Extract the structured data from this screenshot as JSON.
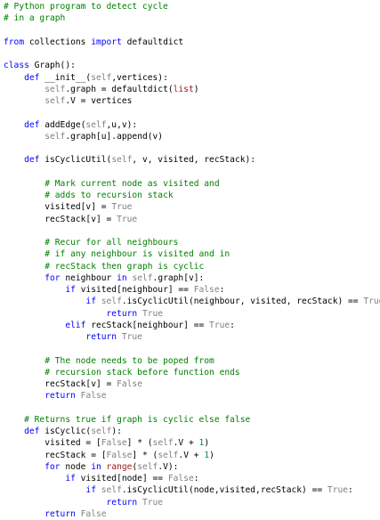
{
  "colors": {
    "comment": "#008000",
    "keyword": "#0000ff",
    "self": "#808080",
    "builtin": "#a31515",
    "number": "#098658",
    "plain": "#000000",
    "background": "#ffffff"
  },
  "lines": [
    [
      {
        "t": "comment",
        "v": "# Python program to detect cycle"
      }
    ],
    [
      {
        "t": "comment",
        "v": "# in a graph"
      }
    ],
    [],
    [
      {
        "t": "kw",
        "v": "from"
      },
      {
        "t": "plain",
        "v": " collections "
      },
      {
        "t": "kw",
        "v": "import"
      },
      {
        "t": "plain",
        "v": " defaultdict"
      }
    ],
    [],
    [
      {
        "t": "kw",
        "v": "class"
      },
      {
        "t": "plain",
        "v": " Graph():"
      }
    ],
    [
      {
        "t": "ws",
        "v": "    "
      },
      {
        "t": "kw",
        "v": "def"
      },
      {
        "t": "plain",
        "v": " __init__("
      },
      {
        "t": "self",
        "v": "self"
      },
      {
        "t": "plain",
        "v": ",vertices):"
      }
    ],
    [
      {
        "t": "ws",
        "v": "        "
      },
      {
        "t": "self",
        "v": "self"
      },
      {
        "t": "plain",
        "v": ".graph = defaultdict("
      },
      {
        "t": "builtin",
        "v": "list"
      },
      {
        "t": "plain",
        "v": ")"
      }
    ],
    [
      {
        "t": "ws",
        "v": "        "
      },
      {
        "t": "self",
        "v": "self"
      },
      {
        "t": "plain",
        "v": ".V = vertices"
      }
    ],
    [],
    [
      {
        "t": "ws",
        "v": "    "
      },
      {
        "t": "kw",
        "v": "def"
      },
      {
        "t": "plain",
        "v": " addEdge("
      },
      {
        "t": "self",
        "v": "self"
      },
      {
        "t": "plain",
        "v": ",u,v):"
      }
    ],
    [
      {
        "t": "ws",
        "v": "        "
      },
      {
        "t": "self",
        "v": "self"
      },
      {
        "t": "plain",
        "v": ".graph[u].append(v)"
      }
    ],
    [],
    [
      {
        "t": "ws",
        "v": "    "
      },
      {
        "t": "kw",
        "v": "def"
      },
      {
        "t": "plain",
        "v": " isCyclicUtil("
      },
      {
        "t": "self",
        "v": "self"
      },
      {
        "t": "plain",
        "v": ", v, visited, recStack):"
      }
    ],
    [],
    [
      {
        "t": "ws",
        "v": "        "
      },
      {
        "t": "comment",
        "v": "# Mark current node as visited and"
      }
    ],
    [
      {
        "t": "ws",
        "v": "        "
      },
      {
        "t": "comment",
        "v": "# adds to recursion stack"
      }
    ],
    [
      {
        "t": "ws",
        "v": "        "
      },
      {
        "t": "plain",
        "v": "visited[v] = "
      },
      {
        "t": "self",
        "v": "True"
      }
    ],
    [
      {
        "t": "ws",
        "v": "        "
      },
      {
        "t": "plain",
        "v": "recStack[v] = "
      },
      {
        "t": "self",
        "v": "True"
      }
    ],
    [],
    [
      {
        "t": "ws",
        "v": "        "
      },
      {
        "t": "comment",
        "v": "# Recur for all neighbours"
      }
    ],
    [
      {
        "t": "ws",
        "v": "        "
      },
      {
        "t": "comment",
        "v": "# if any neighbour is visited and in"
      }
    ],
    [
      {
        "t": "ws",
        "v": "        "
      },
      {
        "t": "comment",
        "v": "# recStack then graph is cyclic"
      }
    ],
    [
      {
        "t": "ws",
        "v": "        "
      },
      {
        "t": "kw",
        "v": "for"
      },
      {
        "t": "plain",
        "v": " neighbour "
      },
      {
        "t": "kw",
        "v": "in"
      },
      {
        "t": "plain",
        "v": " "
      },
      {
        "t": "self",
        "v": "self"
      },
      {
        "t": "plain",
        "v": ".graph[v]:"
      }
    ],
    [
      {
        "t": "ws",
        "v": "            "
      },
      {
        "t": "kw",
        "v": "if"
      },
      {
        "t": "plain",
        "v": " visited[neighbour] == "
      },
      {
        "t": "self",
        "v": "False"
      },
      {
        "t": "plain",
        "v": ":"
      }
    ],
    [
      {
        "t": "ws",
        "v": "                "
      },
      {
        "t": "kw",
        "v": "if"
      },
      {
        "t": "plain",
        "v": " "
      },
      {
        "t": "self",
        "v": "self"
      },
      {
        "t": "plain",
        "v": ".isCyclicUtil(neighbour, visited, recStack) == "
      },
      {
        "t": "self",
        "v": "True"
      },
      {
        "t": "plain",
        "v": ":"
      }
    ],
    [
      {
        "t": "ws",
        "v": "                    "
      },
      {
        "t": "kw",
        "v": "return"
      },
      {
        "t": "plain",
        "v": " "
      },
      {
        "t": "self",
        "v": "True"
      }
    ],
    [
      {
        "t": "ws",
        "v": "            "
      },
      {
        "t": "kw",
        "v": "elif"
      },
      {
        "t": "plain",
        "v": " recStack[neighbour] == "
      },
      {
        "t": "self",
        "v": "True"
      },
      {
        "t": "plain",
        "v": ":"
      }
    ],
    [
      {
        "t": "ws",
        "v": "                "
      },
      {
        "t": "kw",
        "v": "return"
      },
      {
        "t": "plain",
        "v": " "
      },
      {
        "t": "self",
        "v": "True"
      }
    ],
    [],
    [
      {
        "t": "ws",
        "v": "        "
      },
      {
        "t": "comment",
        "v": "# The node needs to be poped from"
      }
    ],
    [
      {
        "t": "ws",
        "v": "        "
      },
      {
        "t": "comment",
        "v": "# recursion stack before function ends"
      }
    ],
    [
      {
        "t": "ws",
        "v": "        "
      },
      {
        "t": "plain",
        "v": "recStack[v] = "
      },
      {
        "t": "self",
        "v": "False"
      }
    ],
    [
      {
        "t": "ws",
        "v": "        "
      },
      {
        "t": "kw",
        "v": "return"
      },
      {
        "t": "plain",
        "v": " "
      },
      {
        "t": "self",
        "v": "False"
      }
    ],
    [],
    [
      {
        "t": "ws",
        "v": "    "
      },
      {
        "t": "comment",
        "v": "# Returns true if graph is cyclic else false"
      }
    ],
    [
      {
        "t": "ws",
        "v": "    "
      },
      {
        "t": "kw",
        "v": "def"
      },
      {
        "t": "plain",
        "v": " isCyclic("
      },
      {
        "t": "self",
        "v": "self"
      },
      {
        "t": "plain",
        "v": "):"
      }
    ],
    [
      {
        "t": "ws",
        "v": "        "
      },
      {
        "t": "plain",
        "v": "visited = ["
      },
      {
        "t": "self",
        "v": "False"
      },
      {
        "t": "plain",
        "v": "] * ("
      },
      {
        "t": "self",
        "v": "self"
      },
      {
        "t": "plain",
        "v": ".V + "
      },
      {
        "t": "num",
        "v": "1"
      },
      {
        "t": "plain",
        "v": ")"
      }
    ],
    [
      {
        "t": "ws",
        "v": "        "
      },
      {
        "t": "plain",
        "v": "recStack = ["
      },
      {
        "t": "self",
        "v": "False"
      },
      {
        "t": "plain",
        "v": "] * ("
      },
      {
        "t": "self",
        "v": "self"
      },
      {
        "t": "plain",
        "v": ".V + "
      },
      {
        "t": "num",
        "v": "1"
      },
      {
        "t": "plain",
        "v": ")"
      }
    ],
    [
      {
        "t": "ws",
        "v": "        "
      },
      {
        "t": "kw",
        "v": "for"
      },
      {
        "t": "plain",
        "v": " node "
      },
      {
        "t": "kw",
        "v": "in"
      },
      {
        "t": "plain",
        "v": " "
      },
      {
        "t": "builtin",
        "v": "range"
      },
      {
        "t": "plain",
        "v": "("
      },
      {
        "t": "self",
        "v": "self"
      },
      {
        "t": "plain",
        "v": ".V):"
      }
    ],
    [
      {
        "t": "ws",
        "v": "            "
      },
      {
        "t": "kw",
        "v": "if"
      },
      {
        "t": "plain",
        "v": " visited[node] == "
      },
      {
        "t": "self",
        "v": "False"
      },
      {
        "t": "plain",
        "v": ":"
      }
    ],
    [
      {
        "t": "ws",
        "v": "                "
      },
      {
        "t": "kw",
        "v": "if"
      },
      {
        "t": "plain",
        "v": " "
      },
      {
        "t": "self",
        "v": "self"
      },
      {
        "t": "plain",
        "v": ".isCyclicUtil(node,visited,recStack) == "
      },
      {
        "t": "self",
        "v": "True"
      },
      {
        "t": "plain",
        "v": ":"
      }
    ],
    [
      {
        "t": "ws",
        "v": "                    "
      },
      {
        "t": "kw",
        "v": "return"
      },
      {
        "t": "plain",
        "v": " "
      },
      {
        "t": "self",
        "v": "True"
      }
    ],
    [
      {
        "t": "ws",
        "v": "        "
      },
      {
        "t": "kw",
        "v": "return"
      },
      {
        "t": "plain",
        "v": " "
      },
      {
        "t": "self",
        "v": "False"
      }
    ]
  ]
}
